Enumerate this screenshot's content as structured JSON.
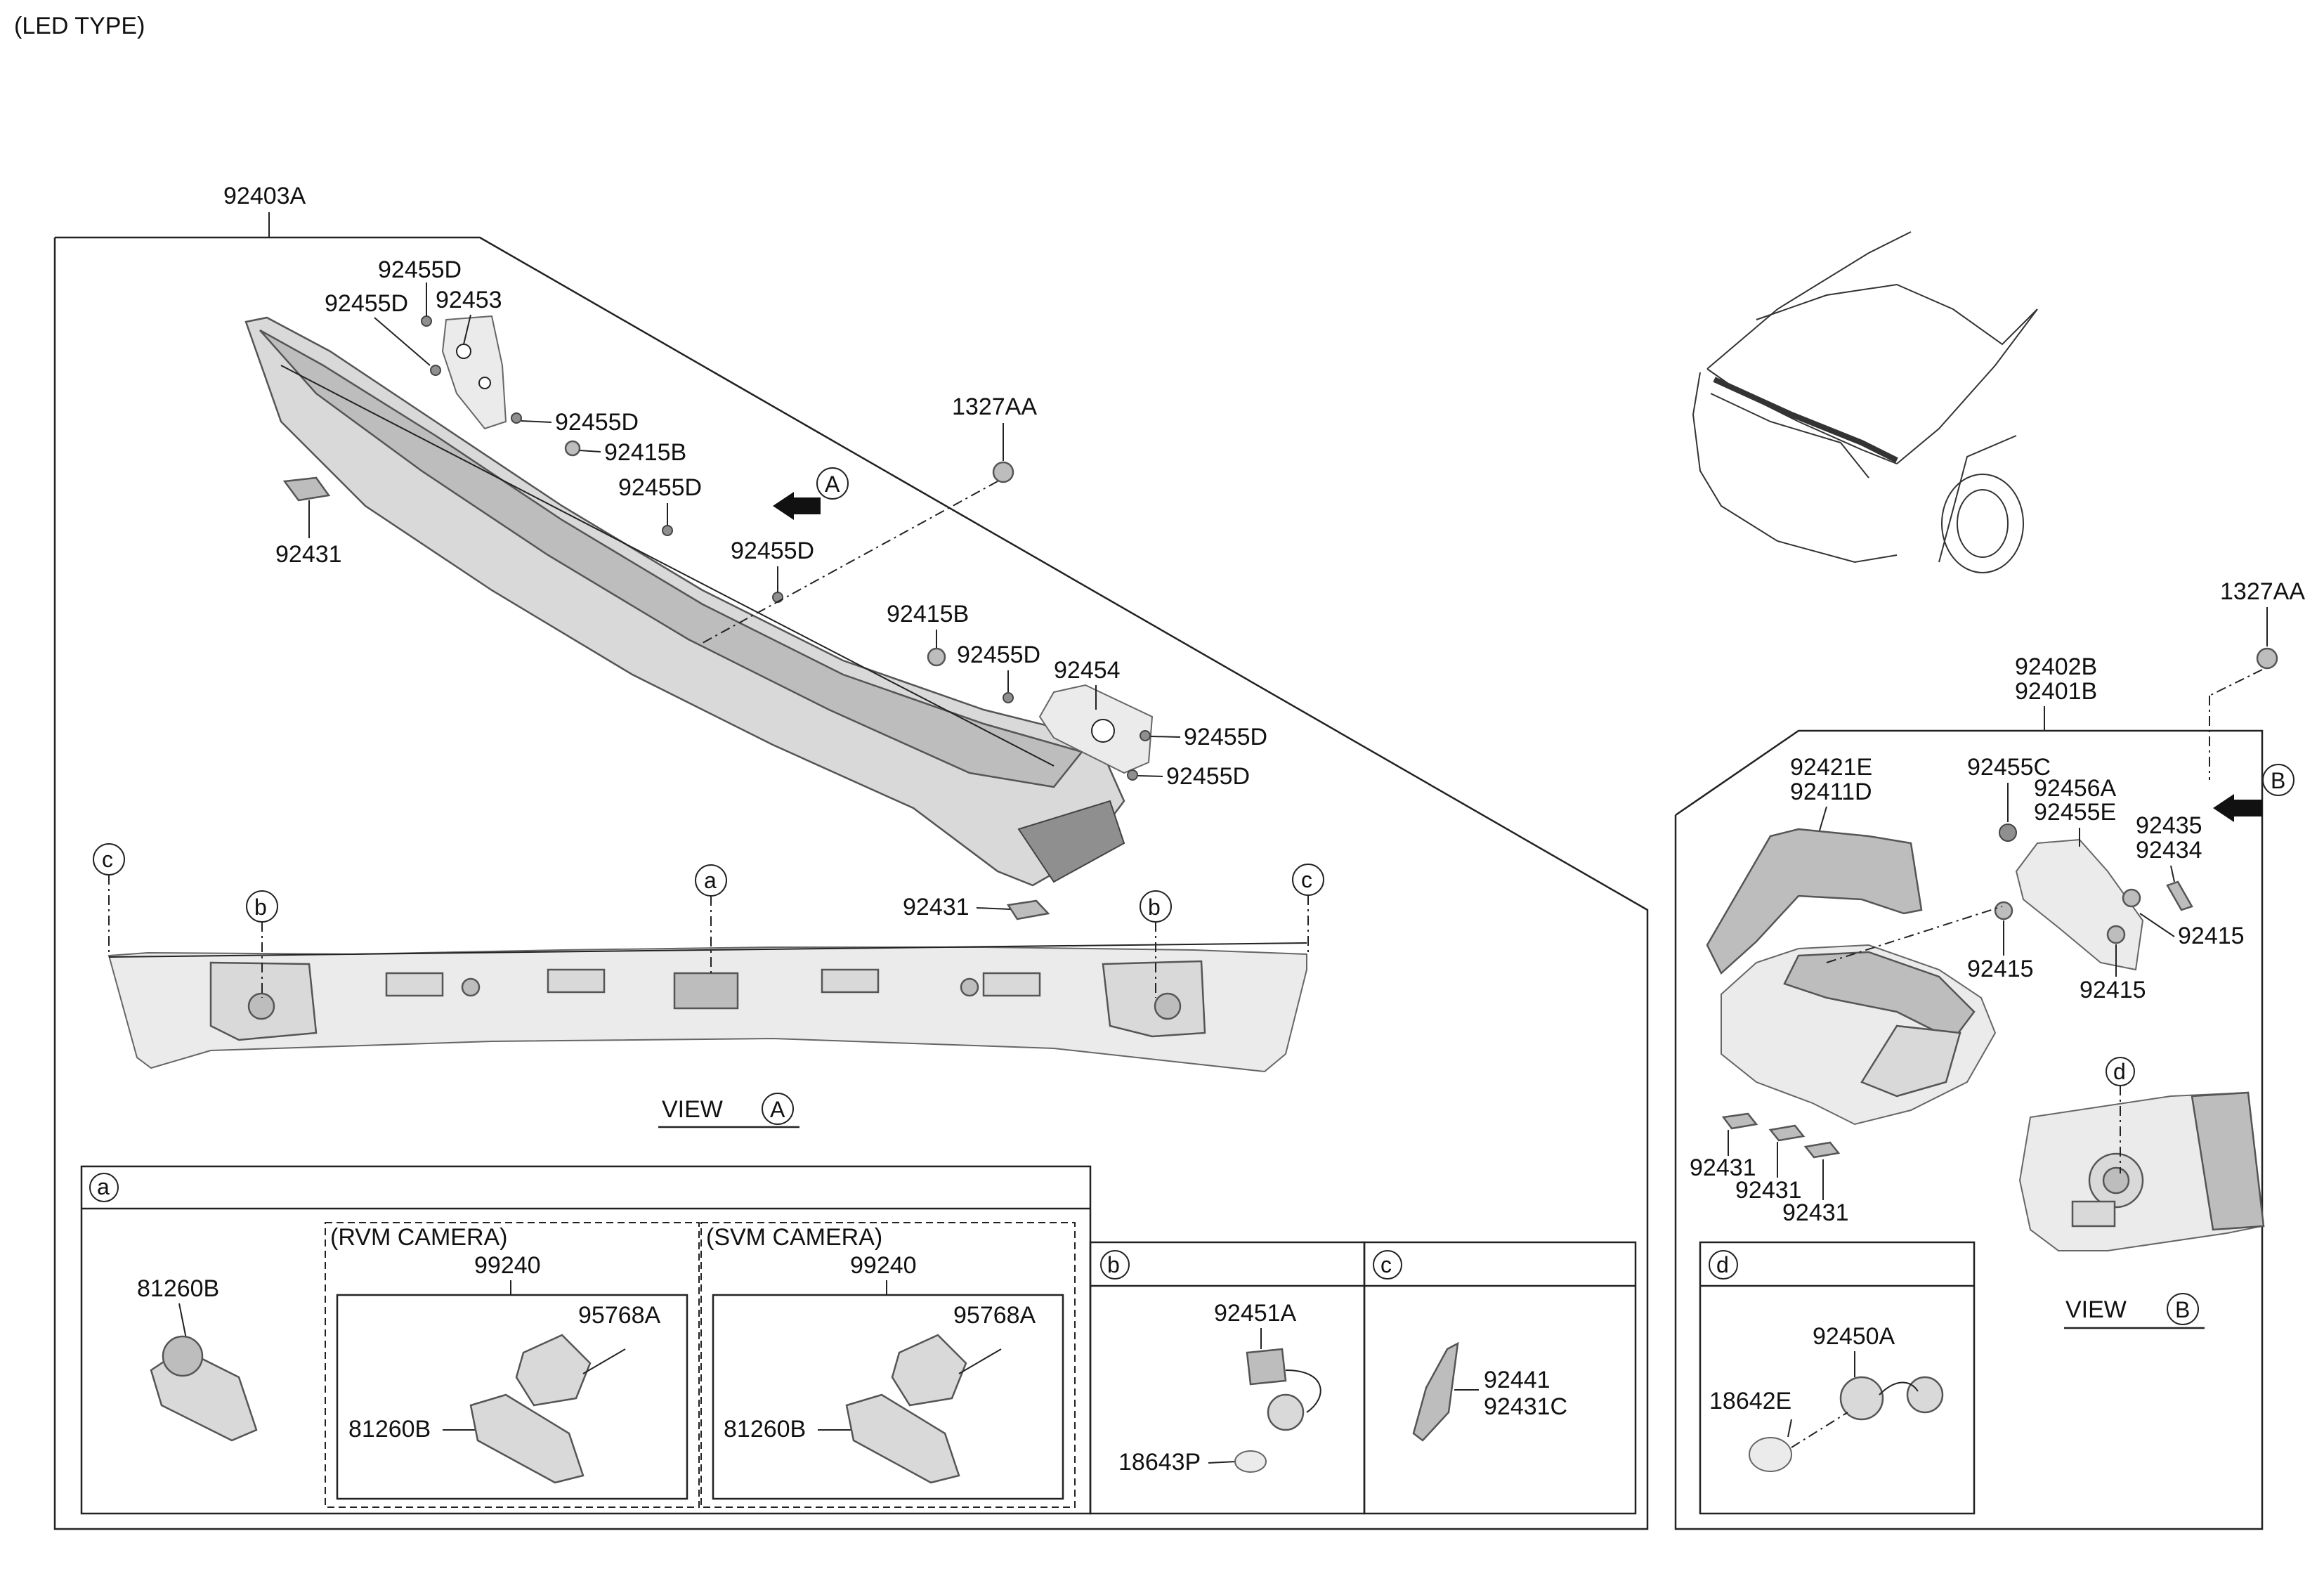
{
  "header": {
    "type_label": "(LED TYPE)"
  },
  "main_assembly": {
    "part_number": "92403A",
    "view_a_label": "VIEW",
    "view_a_letter": "A",
    "callouts": {
      "p92455D_1": "92455D",
      "p92455D_2": "92455D",
      "p92453": "92453",
      "p92455D_3": "92455D",
      "p92415B_1": "92415B",
      "p92455D_4": "92455D",
      "p92431_1": "92431",
      "p92455D_5": "92455D",
      "p1327AA_1": "1327AA",
      "p92415B_2": "92415B",
      "p92455D_6": "92455D",
      "p92454": "92454",
      "p92455D_7": "92455D",
      "p92455D_8": "92455D",
      "p92431_2": "92431"
    },
    "arrow_a_letter": "A",
    "view_circles": {
      "c_left": "c",
      "b_left": "b",
      "a_mid": "a",
      "b_right": "b",
      "c_right": "c"
    }
  },
  "detail_a": {
    "letter": "a",
    "part_81260B": "81260B",
    "rvm": {
      "title": "(RVM CAMERA)",
      "p99240": "99240",
      "p95768A": "95768A",
      "p81260B": "81260B"
    },
    "svm": {
      "title": "(SVM CAMERA)",
      "p99240": "99240",
      "p95768A": "95768A",
      "p81260B": "81260B"
    }
  },
  "detail_b": {
    "letter": "b",
    "p92451A": "92451A",
    "p18643P": "18643P"
  },
  "detail_c": {
    "letter": "c",
    "p92441": "92441",
    "p92431C": "92431C"
  },
  "side_assembly": {
    "p1327AA": "1327AA",
    "p92402B": "92402B",
    "p92401B": "92401B",
    "p92421E": "92421E",
    "p92411D": "92411D",
    "p92455C": "92455C",
    "p92456A": "92456A",
    "p92455E": "92455E",
    "p92435": "92435",
    "p92434": "92434",
    "p92415_1": "92415",
    "p92415_2": "92415",
    "p92415_3": "92415",
    "p92431_1": "92431",
    "p92431_2": "92431",
    "p92431_3": "92431",
    "arrow_b_letter": "B",
    "view_b_label": "VIEW",
    "view_b_letter": "B",
    "d_circle": "d"
  },
  "detail_d": {
    "letter": "d",
    "p92450A": "92450A",
    "p18642E": "18642E"
  }
}
